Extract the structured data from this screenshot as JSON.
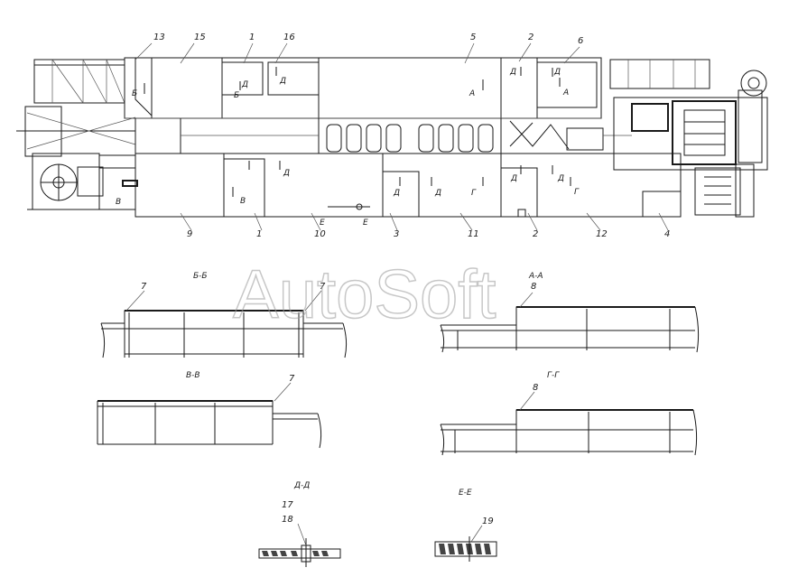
{
  "watermark": "AutoSoft",
  "callouts": {
    "c1_top": "1",
    "c2_top": "2",
    "c5": "5",
    "c6": "6",
    "c13": "13",
    "c15": "15",
    "c16": "16",
    "c9": "9",
    "c1_bot": "1",
    "c10": "10",
    "c3": "3",
    "c11": "11",
    "c2_bot": "2",
    "c12": "12",
    "c4": "4",
    "c7_bb_a": "7",
    "c7_bb_b": "7",
    "c8_aa": "8",
    "c7_vv": "7",
    "c8_gg": "8",
    "c17": "17",
    "c18": "18",
    "c19": "19"
  },
  "section_marks": {
    "b1": "Б",
    "b2": "Б",
    "d1": "Д",
    "d2": "Д",
    "a1": "А",
    "d3": "Д",
    "d4": "Д",
    "a2": "А",
    "v1": "В",
    "v2": "В",
    "d5": "Д",
    "d6": "Д",
    "d7": "Д",
    "g1": "Г",
    "d8": "Д",
    "d9": "Д",
    "g2": "Г",
    "e1": "Е",
    "e2": "Е"
  },
  "section_titles": {
    "bb": "Б-Б",
    "aa": "А-А",
    "vv": "В-В",
    "gg": "Г-Г",
    "dd": "Д-Д",
    "ee": "Е-Е"
  }
}
